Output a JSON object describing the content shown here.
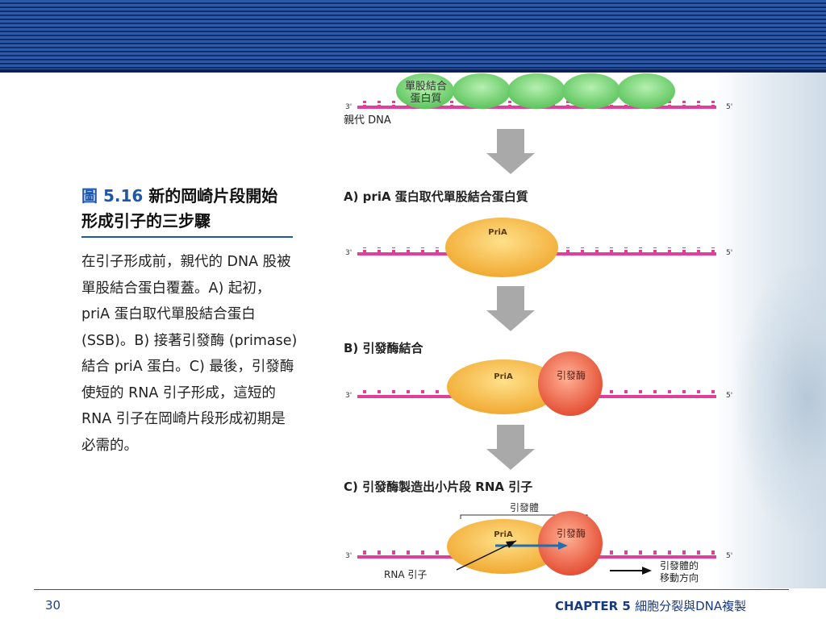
{
  "caption": {
    "figure_label": "圖 5.16",
    "title": "新的岡崎片段開始形成引子的三步驟",
    "body": "在引子形成前，親代的 DNA 股被單股結合蛋白覆蓋。A) 起初，priA 蛋白取代單股結合蛋白 (SSB)。B) 接著引發酶 (primase) 結合 priA 蛋白。C) 最後，引發酶使短的 RNA 引子形成，這短的 RNA 引子在岡崎片段形成初期是必需的。"
  },
  "figure": {
    "ssb_label_line1": "單股結合",
    "ssb_label_line2": "蛋白質",
    "parent_dna": "親代 DNA",
    "end_3": "3'",
    "end_5": "5'",
    "panel_a": "A) priA 蛋白取代單股結合蛋白質",
    "panel_b": "B) 引發酶結合",
    "panel_c": "C) 引發酶製造出小片段 RNA 引子",
    "pria": "PriA",
    "primase": "引發酶",
    "primosome": "引發體",
    "rna_primer": "RNA 引子",
    "movement_line1": "引發體的",
    "movement_line2": "移動方向"
  },
  "colors": {
    "header_blue": "#0f2e6f",
    "accent_blue": "#1f57a8",
    "dna_pink": "#e0409a",
    "ssb_green": "#7fd67f",
    "pria_orange": "#f6b93b",
    "primase_red": "#ee5a3c",
    "arrow_gray": "#a9a9a9"
  },
  "footer": {
    "page_number": "30",
    "chapter_label": "CHAPTER 5",
    "chapter_title": "細胞分裂與DNA複製"
  }
}
